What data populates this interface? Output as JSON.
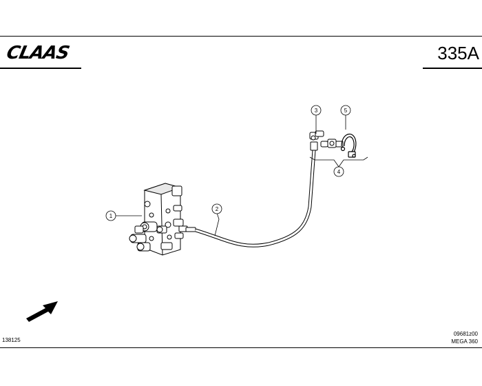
{
  "header": {
    "logo_text": "CLAAS",
    "page_number": "335A"
  },
  "callouts": [
    {
      "number": "1",
      "part": "valve-block"
    },
    {
      "number": "2",
      "part": "hydraulic-hose"
    },
    {
      "number": "3",
      "part": "elbow-fitting"
    },
    {
      "number": "4",
      "part": "fitting-assembly"
    },
    {
      "number": "5",
      "part": "hose-clamp"
    }
  ],
  "footer": {
    "reference_number": "138125",
    "drawing_code": "09681z00",
    "model": "MEGA 360"
  },
  "colors": {
    "ink": "#000000",
    "paper": "#ffffff",
    "shade": "#cfcfcf"
  }
}
